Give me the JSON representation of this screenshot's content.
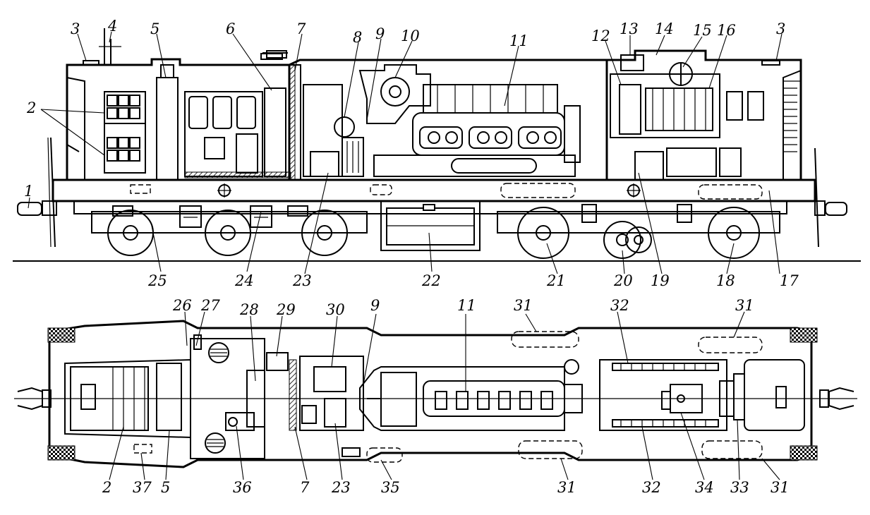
{
  "diagram": {
    "side_view_labels": [
      "1",
      "2",
      "3",
      "3",
      "4",
      "5",
      "6",
      "7",
      "8",
      "9",
      "10",
      "11",
      "12",
      "13",
      "14",
      "15",
      "16",
      "17",
      "18",
      "19",
      "20",
      "21",
      "22",
      "23",
      "24",
      "25"
    ],
    "plan_view_labels": [
      "2",
      "5",
      "7",
      "9",
      "11",
      "23",
      "26",
      "27",
      "28",
      "29",
      "30",
      "31",
      "31",
      "31",
      "31",
      "32",
      "32",
      "33",
      "34",
      "35",
      "36",
      "37"
    ]
  }
}
